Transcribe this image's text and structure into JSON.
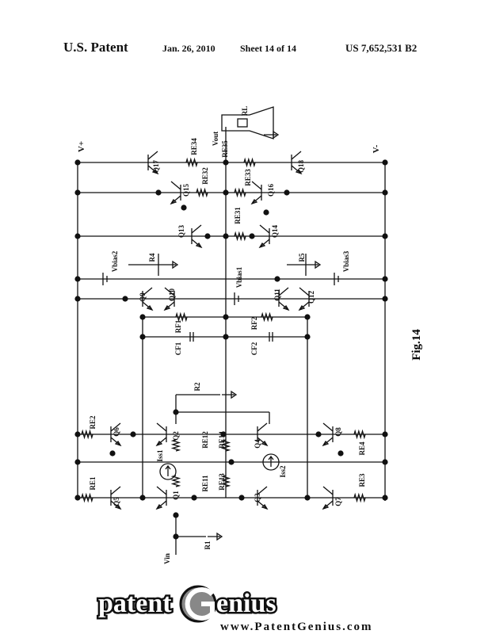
{
  "header": {
    "assignee": "U.S. Patent",
    "date": "Jan. 26, 2010",
    "sheet": "Sheet 14 of 14",
    "patent_number": "US 7,652,531 B2"
  },
  "figure": {
    "label": "Fig.14",
    "rails": {
      "pos": "V+",
      "neg": "V-"
    },
    "nodes": {
      "input": "Vin",
      "output": "Vout",
      "load": "RL"
    },
    "transistors": [
      "Q1",
      "Q2",
      "Q3",
      "Q4",
      "Q5",
      "Q6",
      "Q7",
      "Q8",
      "Q9",
      "Q10",
      "Q11",
      "Q12",
      "Q13",
      "Q14",
      "Q15",
      "Q16",
      "Q17",
      "Q18"
    ],
    "resistors": [
      "R1",
      "R2",
      "R4",
      "R5",
      "RE1",
      "RE2",
      "RE3",
      "RE4",
      "RE11",
      "RE12",
      "RE13",
      "RE14",
      "RE31",
      "RE32",
      "RE33",
      "RE34",
      "RE35",
      "RF1",
      "RF2"
    ],
    "capacitors": [
      "CF1",
      "CF2"
    ],
    "sources": [
      "Iss1",
      "Iss2",
      "Vbias1",
      "Vbias2",
      "Vbias3"
    ]
  },
  "watermark": {
    "brand_left": "patent",
    "brand_right": "enius",
    "url": "www.PatentGenius.com"
  }
}
